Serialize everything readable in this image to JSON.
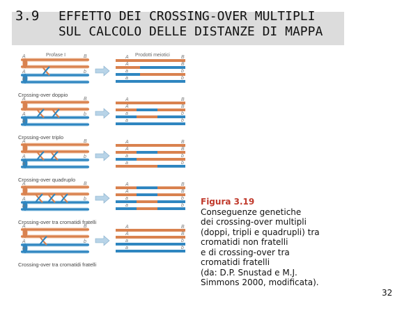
{
  "header": {
    "section_number": "3.9",
    "title_line1": "EFFETTO DEI CROSSING-OVER MULTIPLI",
    "title_line2": "SUL CALCOLO DELLE DISTANZE DI MAPPA"
  },
  "figure": {
    "col_prophase": "Profase I",
    "col_products": "Prodotti meiotici",
    "sections": [
      {
        "label": ""
      },
      {
        "label": "Crossing-over doppio"
      },
      {
        "label": "Crossing-over triplo"
      },
      {
        "label": "Crossing-over quadruplo"
      },
      {
        "label": "Crossing-over tra cromatidi fratelli"
      }
    ],
    "trailing_label": "Crossing-over tra cromatidi fratelli",
    "allele_labels": {
      "left_upper": "A",
      "left_lower": "a",
      "right_upper": "B",
      "right_lower": "b",
      "prod_right_upper": "B",
      "prod_right_lower": "b"
    },
    "colors": {
      "orange": "#d9824f",
      "orange_light": "#f0c2a2",
      "blue": "#2f86c0",
      "blue_light": "#a9d0ea",
      "arrow": "#b8d4e8"
    }
  },
  "caption": {
    "figure_label": "Figura 3.19",
    "text_lines": [
      "Conseguenze genetiche",
      "dei crossing-over multipli",
      "(doppi, tripli e quadrupli) tra",
      "cromatidi non fratelli",
      "e di crossing-over tra",
      "cromatidi fratelli",
      "(da: D.P. Snustad e M.J.",
      "Simmons 2000, modificata)."
    ]
  },
  "page_number": "32"
}
